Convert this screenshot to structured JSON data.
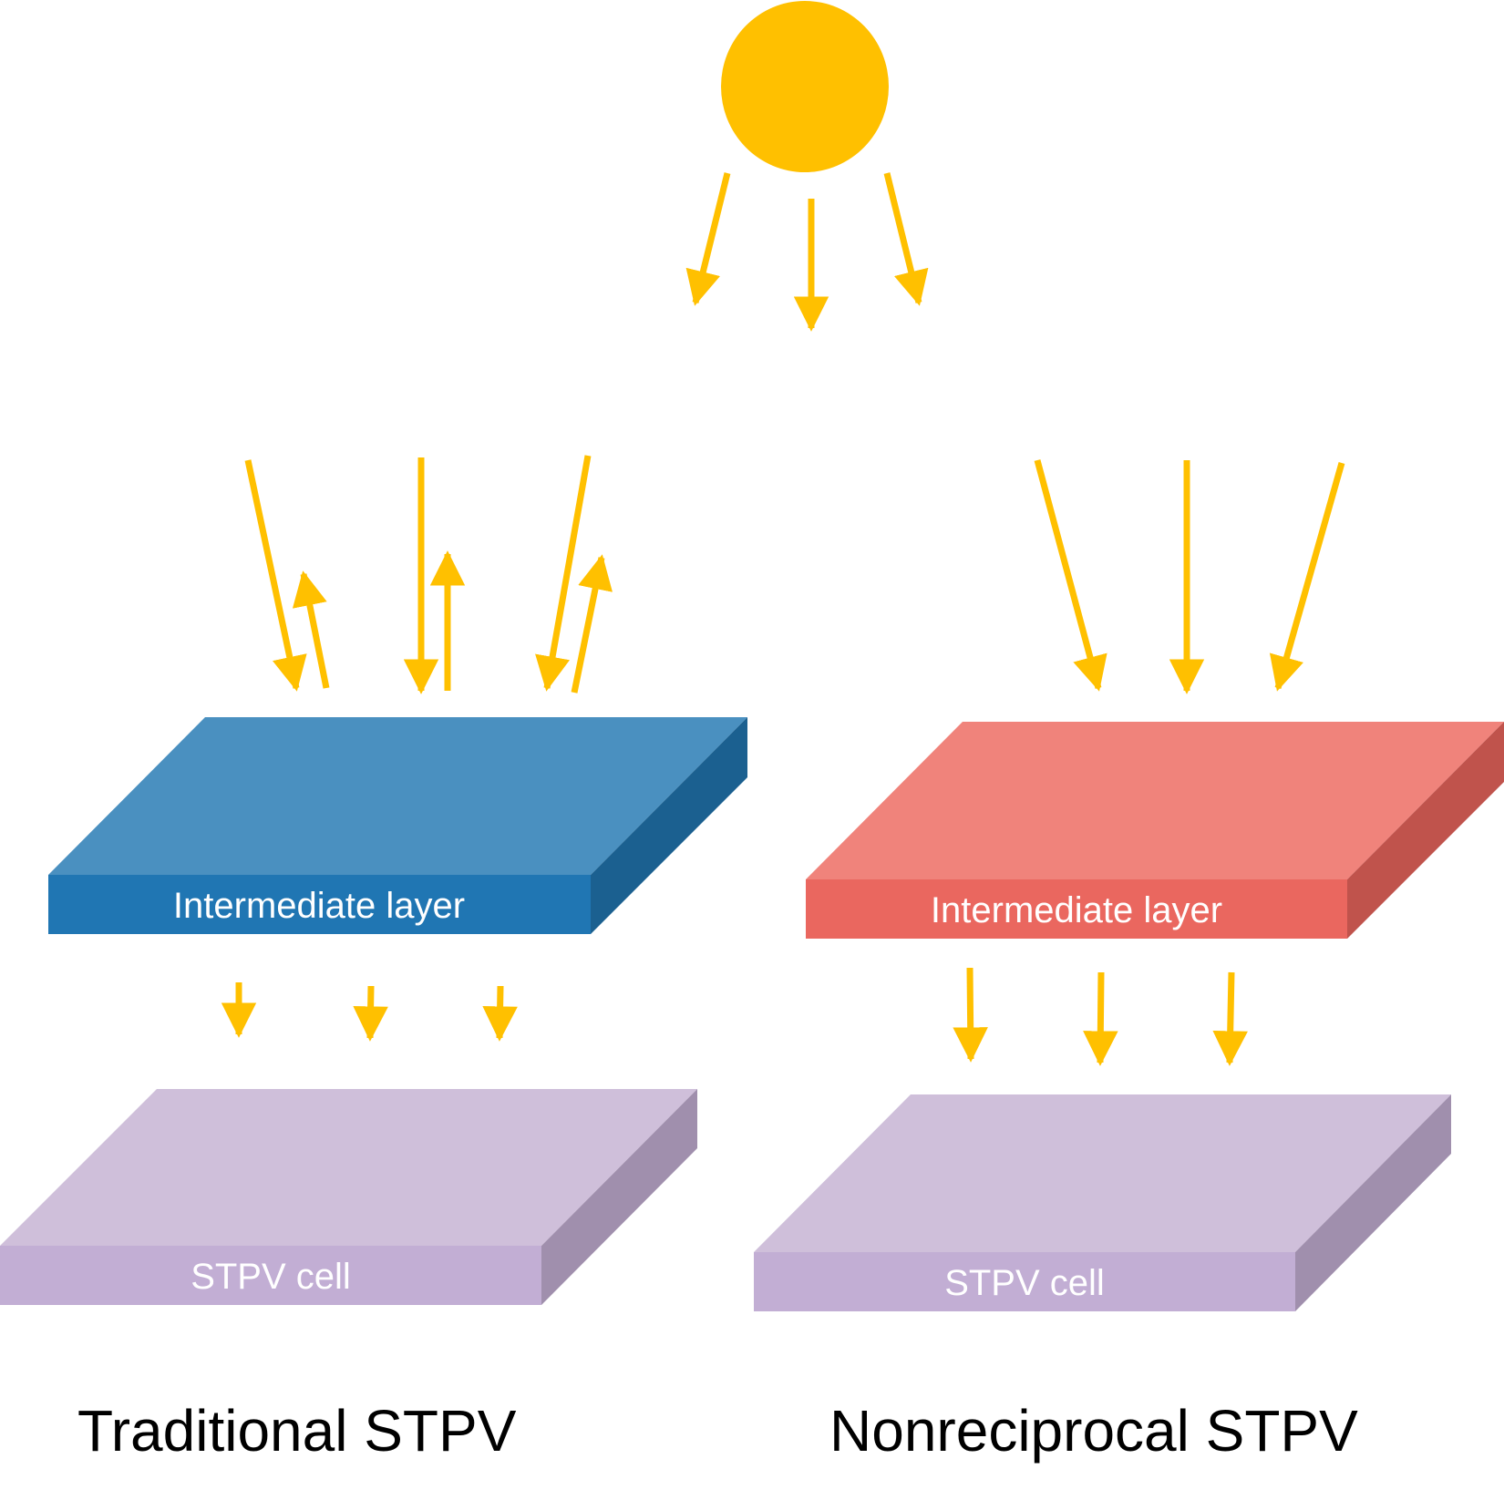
{
  "colors": {
    "sun": "#FFC000",
    "ray": "#FFC000",
    "traditional_layer_top": "#4A90C0",
    "traditional_layer_front": "#2076B3",
    "traditional_layer_side": "#1B6090",
    "nonreciprocal_layer_top": "#F0837B",
    "nonreciprocal_layer_front": "#EA675F",
    "nonreciprocal_layer_side": "#C0534C",
    "cell_top": "#CFBFDA",
    "cell_front": "#C2AED4",
    "cell_side": "#A08FAD"
  },
  "traditional": {
    "layer_label": "Intermediate layer",
    "cell_label": "STPV cell",
    "caption": "Traditional STPV"
  },
  "nonreciprocal": {
    "layer_label": "Intermediate layer",
    "cell_label": "STPV cell",
    "caption": "Nonreciprocal STPV"
  }
}
